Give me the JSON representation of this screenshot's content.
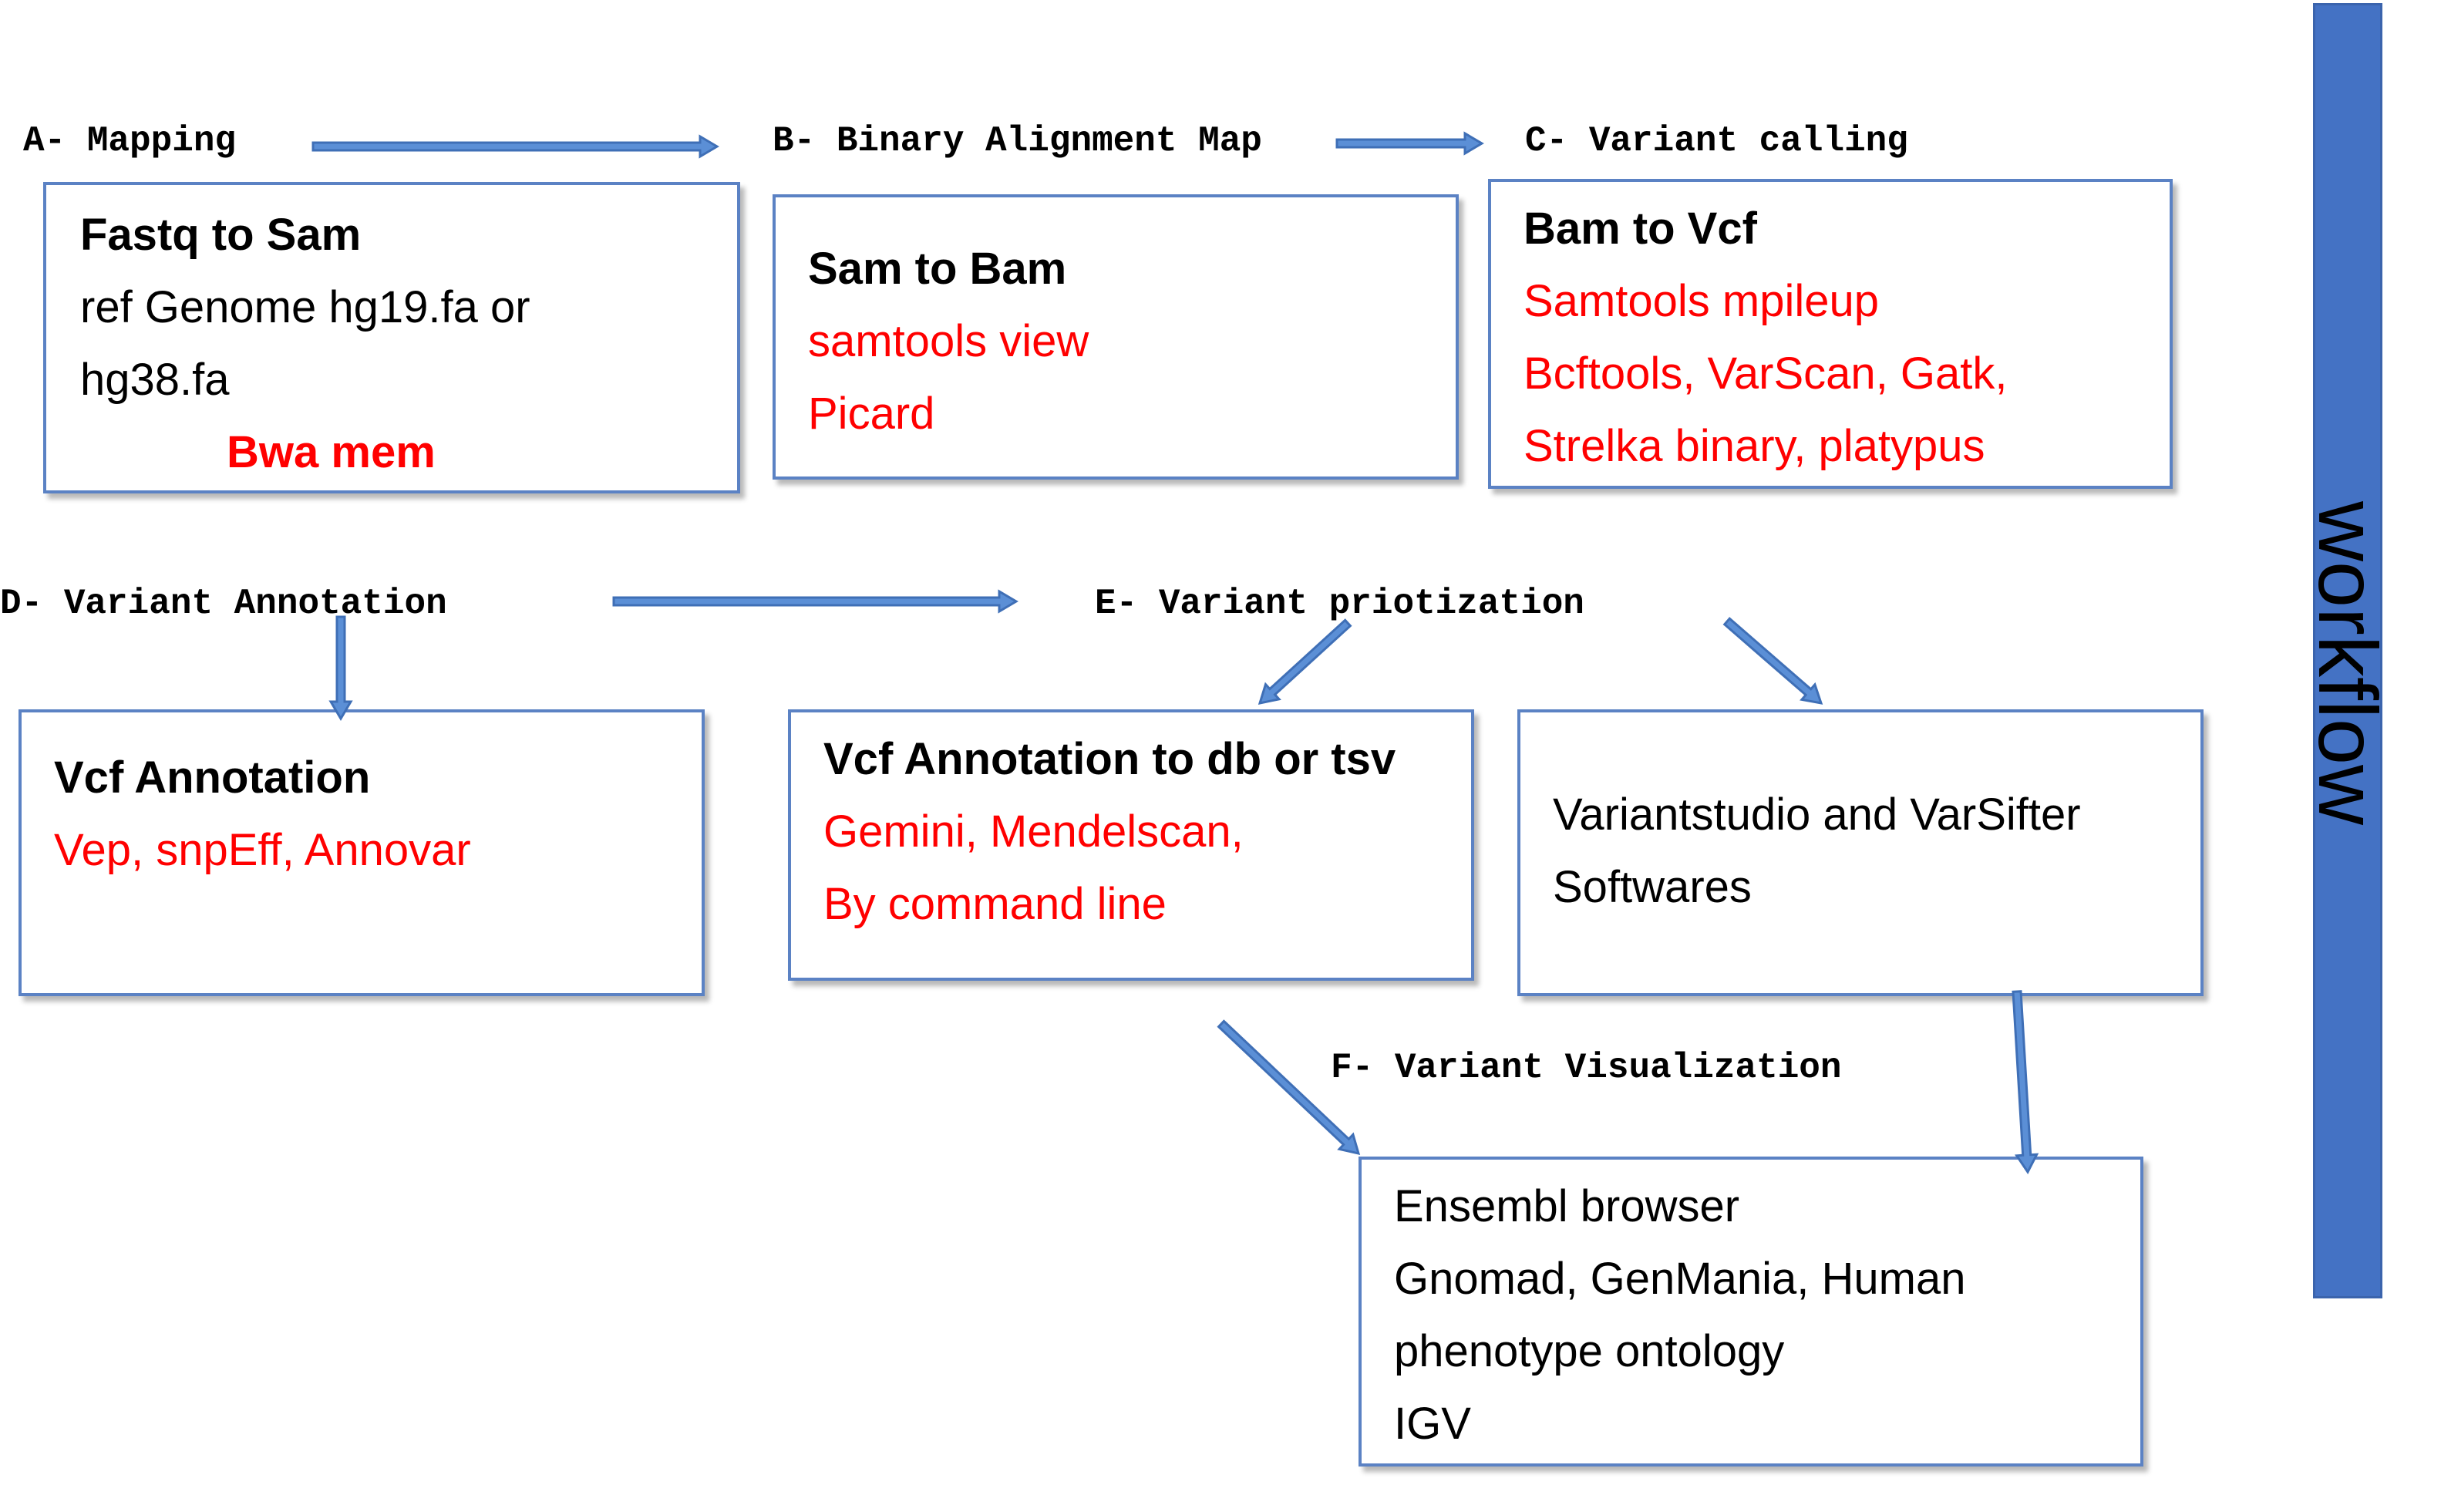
{
  "sections": {
    "a": "A- Mapping",
    "b": "B- Binary Alignment Map",
    "c": "C- Variant calling",
    "d": "D- Variant Annotation",
    "e": "E- Variant priotization",
    "f": "F- Variant Visualization"
  },
  "boxes": {
    "fastq": {
      "title": "Fastq to Sam",
      "line1": "ref Genome hg19.fa or",
      "line2": "hg38.fa",
      "tool": "Bwa  mem"
    },
    "sam": {
      "title": "Sam to Bam",
      "line1": "samtools view",
      "line2": "Picard"
    },
    "bam": {
      "title": "Bam to Vcf",
      "line1": "Samtools mpileup",
      "line2": "Bcftools, VarScan, Gatk,",
      "line3": "Strelka binary, platypus"
    },
    "vcf_annotation": {
      "title": "Vcf Annotation",
      "line1": "Vep, snpEff, Annovar"
    },
    "vcf_db": {
      "title": "Vcf Annotation to db or tsv",
      "line1": "Gemini, Mendelscan,",
      "line2": "By command line"
    },
    "variantstudio": {
      "line1": "Variantstudio and VarSifter",
      "line2": "Softwares"
    },
    "visualization": {
      "line1": "Ensembl browser",
      "line2": "Gnomad, GenMania, Human",
      "line3": "phenotype ontology",
      "line4": "IGV"
    }
  },
  "side_label": "workflow",
  "colors": {
    "arrow_fill": "#5b8fd6",
    "arrow_stroke": "#3f6fb6",
    "box_border": "#5b82c4",
    "side_bar": "#4472c4",
    "highlight_text": "#ff0000"
  }
}
